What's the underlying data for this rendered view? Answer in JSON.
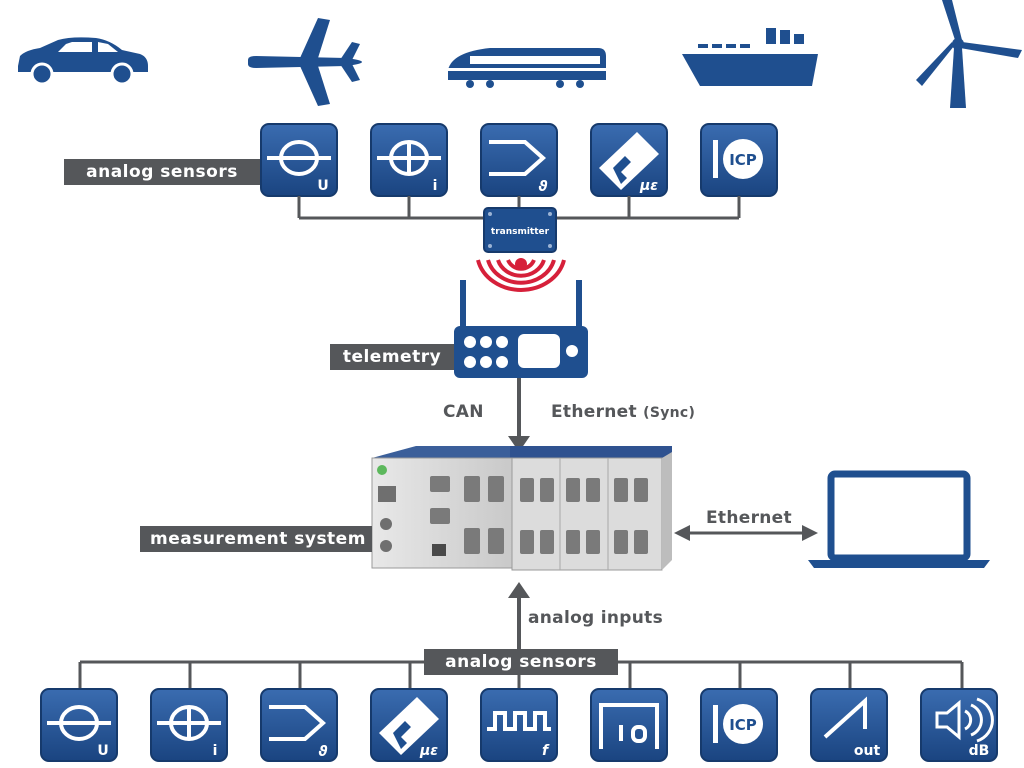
{
  "labels": {
    "analog_sensors_top": "analog sensors",
    "telemetry": "telemetry",
    "measurement_system": "measurement system",
    "analog_sensors_bottom": "analog sensors",
    "can": "CAN",
    "ethernet_sync": "Ethernet",
    "sync": "(Sync)",
    "ethernet_laptop": "Ethernet",
    "analog_inputs": "analog inputs",
    "transmitter": "transmitter"
  },
  "sensor_symbols": {
    "voltage": "U",
    "current": "i",
    "temperature": "ϑ",
    "strain": "με",
    "icp": "ICP",
    "frequency": "f",
    "output": "out",
    "sound": "dB"
  },
  "colors": {
    "blue": "#1f4f8f",
    "gray": "#55575a",
    "red": "#d6203a"
  }
}
